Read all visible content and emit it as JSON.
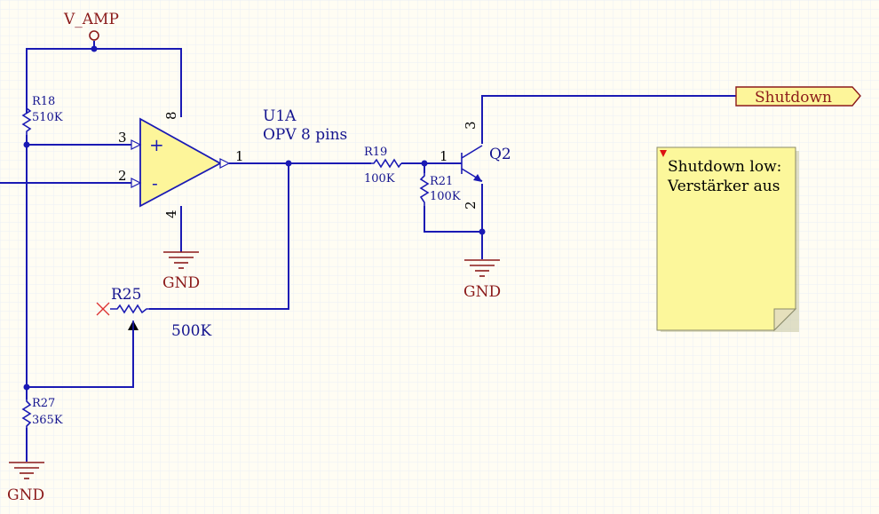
{
  "power": {
    "v_amp": "V_AMP",
    "gnd": "GND"
  },
  "opamp": {
    "ref": "U1A",
    "value": "OPV 8 pins",
    "pins": {
      "in_plus": "3",
      "in_minus": "2",
      "out": "1",
      "vcc": "8",
      "vee": "4"
    },
    "plus_sign": "+",
    "minus_sign": "-"
  },
  "resistors": {
    "r18": {
      "ref": "R18",
      "value": "510K"
    },
    "r19": {
      "ref": "R19",
      "value": "100K"
    },
    "r21": {
      "ref": "R21",
      "value": "100K"
    },
    "r25": {
      "ref": "R25",
      "value": "500K"
    },
    "r27": {
      "ref": "R27",
      "value": "365K"
    }
  },
  "transistor": {
    "ref": "Q2",
    "pins": {
      "base": "1",
      "collector": "3",
      "emitter": "2"
    }
  },
  "port": {
    "name": "Shutdown"
  },
  "note": {
    "line1": "Shutdown low:",
    "line2": "Verstärker aus"
  },
  "colors": {
    "wire": "#1a1ab4",
    "power": "#8b1a1a",
    "component_fill": "#fdf59a",
    "grid": "#eaf0f7"
  }
}
